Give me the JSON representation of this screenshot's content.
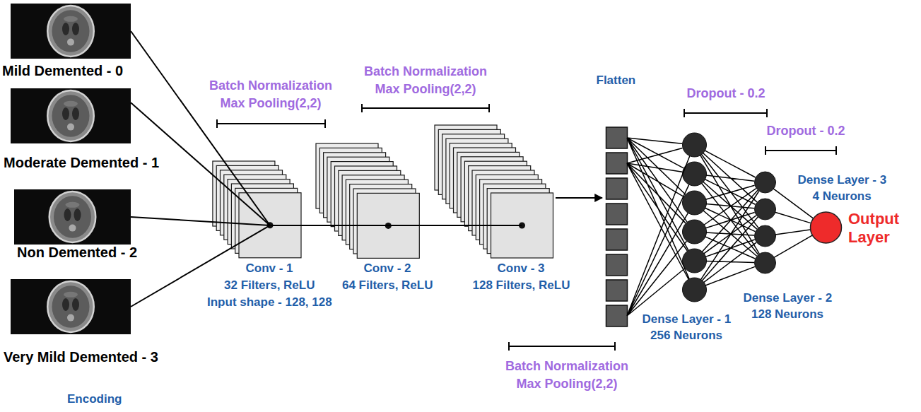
{
  "diagram": {
    "nodes": [
      {
        "text": [
          "Mild Demented - 0"
        ]
      },
      {
        "text": [
          "Moderate Demented - 1"
        ]
      },
      {
        "text": [
          "Non Demented - 2"
        ]
      },
      {
        "text": [
          "Very Mild Demented - 3"
        ]
      },
      {
        "text": [
          "Conv - 1",
          "32 Filters, ReLU",
          "Input shape - 128, 128"
        ]
      },
      {
        "text": [
          "Conv - 2",
          "64 Filters, ReLU"
        ]
      },
      {
        "text": [
          "Conv - 3",
          "128 Filters, ReLU"
        ]
      },
      {
        "text": [
          "Flatten"
        ]
      },
      {
        "text": [
          "Dense Layer - 1",
          "256 Neurons"
        ]
      },
      {
        "text": [
          "Dense Layer - 2",
          "128 Neurons"
        ]
      },
      {
        "text": [
          "Dense Layer - 3",
          "4 Neurons",
          "Output Layer"
        ]
      }
    ],
    "edges": [
      {
        "from": 0,
        "to": 4,
        "arrow": "none"
      },
      {
        "from": 1,
        "to": 4,
        "arrow": "none"
      },
      {
        "from": 2,
        "to": 4,
        "arrow": "none"
      },
      {
        "from": 3,
        "to": 4,
        "arrow": "none"
      },
      {
        "from": 4,
        "to": 5,
        "arrow": "none"
      },
      {
        "from": 5,
        "to": 6,
        "arrow": "none"
      },
      {
        "from": 6,
        "to": 7,
        "arrow": "to"
      },
      {
        "from": 7,
        "to": 8,
        "arrow": "none"
      },
      {
        "from": 8,
        "to": 9,
        "arrow": "none"
      },
      {
        "from": 9,
        "to": 10,
        "arrow": "none"
      }
    ],
    "labels": [
      "Batch Normalization",
      "Max Pooling(2,2)",
      "Batch Normalization",
      "Max Pooling(2,2)",
      "Batch Normalization",
      "Max Pooling(2,2)",
      "Dropout - 0.2",
      "Dropout - 0.2",
      "Encoding"
    ]
  }
}
